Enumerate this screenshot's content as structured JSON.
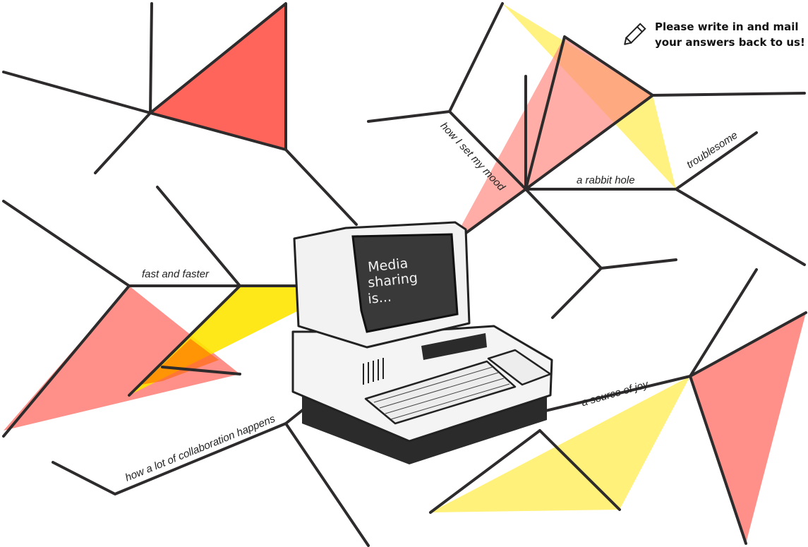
{
  "note": {
    "line1": "Please write in and mail",
    "line2": "your answers back to us!",
    "icon": "pencil-icon"
  },
  "screen": {
    "line1": "Media",
    "line2": "sharing",
    "line3": "is..."
  },
  "answers": {
    "fast": "fast and faster",
    "mood": "how I set my mood",
    "rabbit": "a rabbit hole",
    "trouble": "troublesome",
    "joy": "a source of joy",
    "collab": "how a lot of collaboration happens"
  },
  "colors": {
    "red": "#ff4a3d",
    "pink": "#ff8a80",
    "yellow": "#ffe600",
    "light_yellow": "#fff56b",
    "line": "#2d2b2b"
  }
}
